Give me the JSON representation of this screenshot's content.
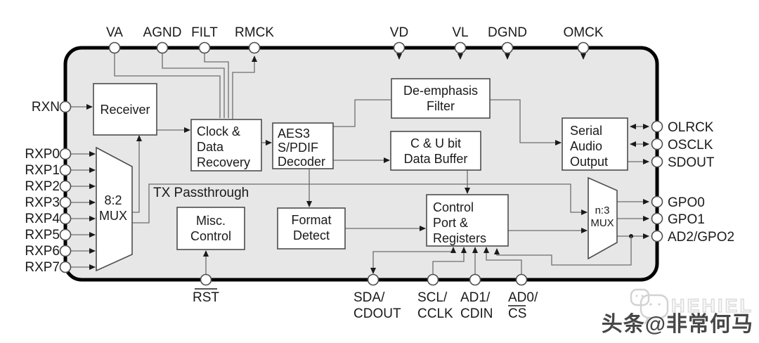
{
  "pins": {
    "top": [
      "VA",
      "AGND",
      "FILT",
      "RMCK",
      "VD",
      "VL",
      "DGND",
      "OMCK"
    ],
    "left": [
      "RXN",
      "RXP0",
      "RXP1",
      "RXP2",
      "RXP3",
      "RXP4",
      "RXP5",
      "RXP6",
      "RXP7"
    ],
    "right": [
      "OLRCK",
      "OSCLK",
      "SDOUT",
      "GPO0",
      "GPO1",
      "AD2/GPO2"
    ],
    "bottom": {
      "rst": "RST",
      "sda": [
        "SDA/",
        "CDOUT"
      ],
      "scl": [
        "SCL/",
        "CCLK"
      ],
      "ad1": [
        "AD1/",
        "CDIN"
      ],
      "ad0": [
        "AD0/",
        "CS"
      ]
    }
  },
  "blocks": {
    "receiver": {
      "lines": [
        "Receiver"
      ]
    },
    "mux82": {
      "lines": [
        "8:2",
        "MUX"
      ]
    },
    "cdr": {
      "lines": [
        "Clock &",
        "Data",
        "Recovery"
      ]
    },
    "aes3": {
      "lines": [
        "AES3",
        "S/PDIF",
        "Decoder"
      ]
    },
    "deemph": {
      "lines": [
        "De-emphasis",
        "Filter"
      ]
    },
    "cubuf": {
      "lines": [
        "C & U bit",
        "Data Buffer"
      ]
    },
    "sao": {
      "lines": [
        "Serial",
        "Audio",
        "Output"
      ]
    },
    "misc": {
      "lines": [
        "Misc.",
        "Control"
      ]
    },
    "format": {
      "lines": [
        "Format",
        "Detect"
      ]
    },
    "port": {
      "lines": [
        "Control",
        "Port &",
        "Registers"
      ]
    },
    "muxn3": {
      "lines": [
        "n:3",
        "MUX"
      ]
    }
  },
  "annotations": {
    "tx_passthrough": "TX Passthrough"
  },
  "watermark": {
    "ghost_text": "HEHIEL",
    "main_text": "头条@非常何马"
  },
  "colors": {
    "chip_fill": "#e7e7e7",
    "chip_border": "#000000",
    "box_fill": "#ffffff",
    "box_border": "#4d4d4d",
    "wire": "#6e6e6e",
    "arrow": "#1a1a1a",
    "text": "#1a1a1a",
    "watermark_text": "#474747",
    "ghost": "#d8d8d8"
  }
}
